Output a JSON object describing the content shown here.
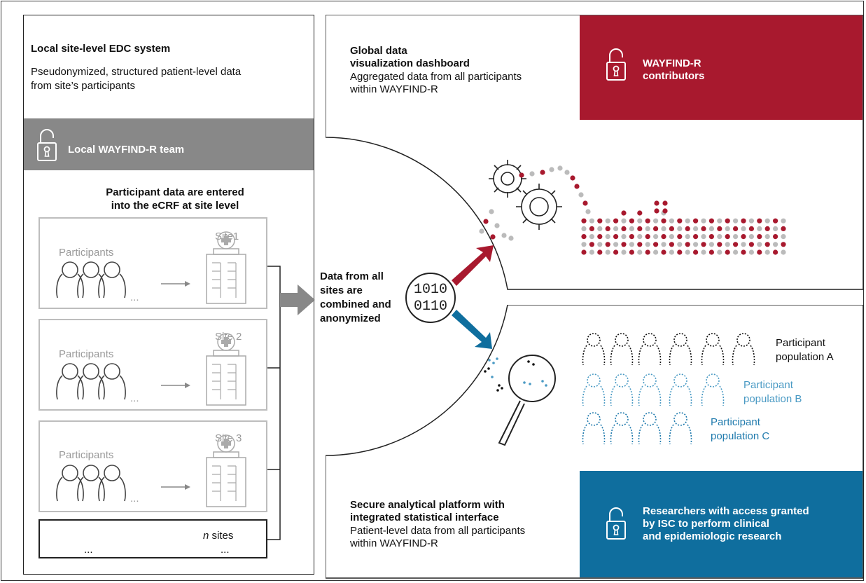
{
  "left_panel": {
    "title": "Local site-level EDC system",
    "subtitle_line1": "Pseudonymized, structured patient-level data",
    "subtitle_line2": "from site’s participants",
    "team_label": "Local WAYFIND-R team",
    "entry_line1": "Participant data are entered",
    "entry_line2": "into the eCRF at site level",
    "sites": [
      {
        "site_label": "Site1",
        "participants_label": "Participants",
        "ellipsis": "..."
      },
      {
        "site_label": "Site 2",
        "participants_label": "Participants",
        "ellipsis": "..."
      },
      {
        "site_label": "Site 3",
        "participants_label": "Participants",
        "ellipsis": "..."
      }
    ],
    "n_sites": {
      "n": "n",
      "label": " sites",
      "left_ellipsis": "...",
      "right_ellipsis": "..."
    }
  },
  "center": {
    "line1": "Data from all",
    "line2": "sites are",
    "line3": "combined and",
    "line4": "anonymized",
    "binary_row1": "1010",
    "binary_row2": "0110"
  },
  "top_panel": {
    "title_line1": "Global data",
    "title_line2": "visualization dashboard",
    "desc_line1": "Aggregated data from all participants",
    "desc_line2": "within WAYFIND-R",
    "contributors_line1": "WAYFIND-R",
    "contributors_line2": "contributors"
  },
  "bottom_panel": {
    "populations": [
      {
        "label_line1": "Participant",
        "label_line2": "population A",
        "color": "#111111"
      },
      {
        "label_line1": "Participant",
        "label_line2": "population B",
        "color": "#4a9ac4"
      },
      {
        "label_line1": "Participant",
        "label_line2": "population C",
        "color": "#1f7aad"
      }
    ],
    "title_line1": "Secure analytical platform with",
    "title_line2": "integrated statistical interface",
    "desc_line1": "Patient-level data from all participants",
    "desc_line2": "within WAYFIND-R",
    "researchers_line1": "Researchers with access granted",
    "researchers_line2": "by ISC to perform clinical",
    "researchers_line3": "and epidemiologic research"
  },
  "colors": {
    "red": "#a8192e",
    "blue": "#0f6e9e",
    "grey": "#888888",
    "light_grey": "#bdbdbd"
  },
  "icons": [
    "padlock-icon",
    "hospital-icon",
    "person-outline-icon",
    "arrow-right-icon",
    "gear-icon",
    "magnifier-icon"
  ]
}
